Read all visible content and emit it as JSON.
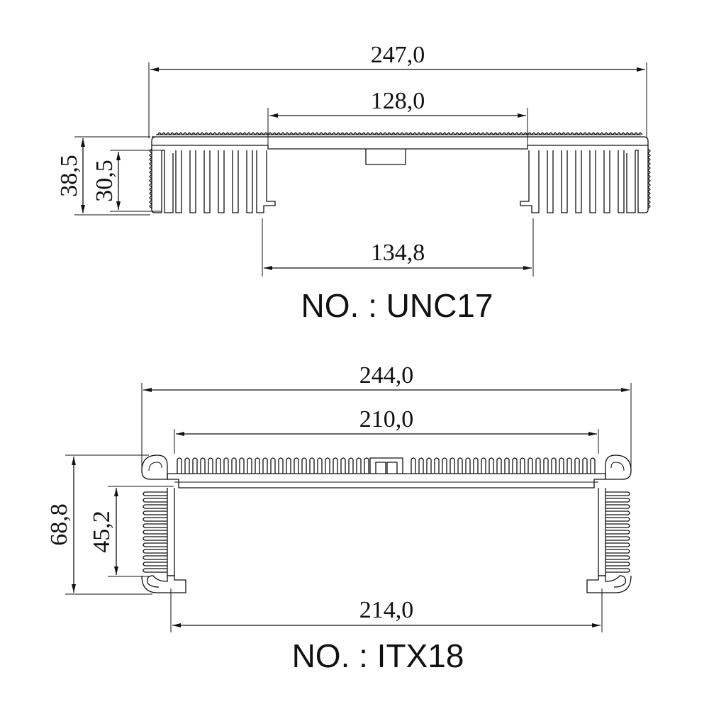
{
  "drawing_1": {
    "label": "NO. : UNC17",
    "dim_total_width": "247,0",
    "dim_top_opening": "128,0",
    "dim_bottom_opening": "134,8",
    "dim_total_height": "38,5",
    "dim_fin_height": "30,5"
  },
  "drawing_2": {
    "label": "NO. : ITX18",
    "dim_total_width": "244,0",
    "dim_inner_width": "210,0",
    "dim_bottom_width": "214,0",
    "dim_total_height": "68,8",
    "dim_fin_height": "45,2"
  }
}
